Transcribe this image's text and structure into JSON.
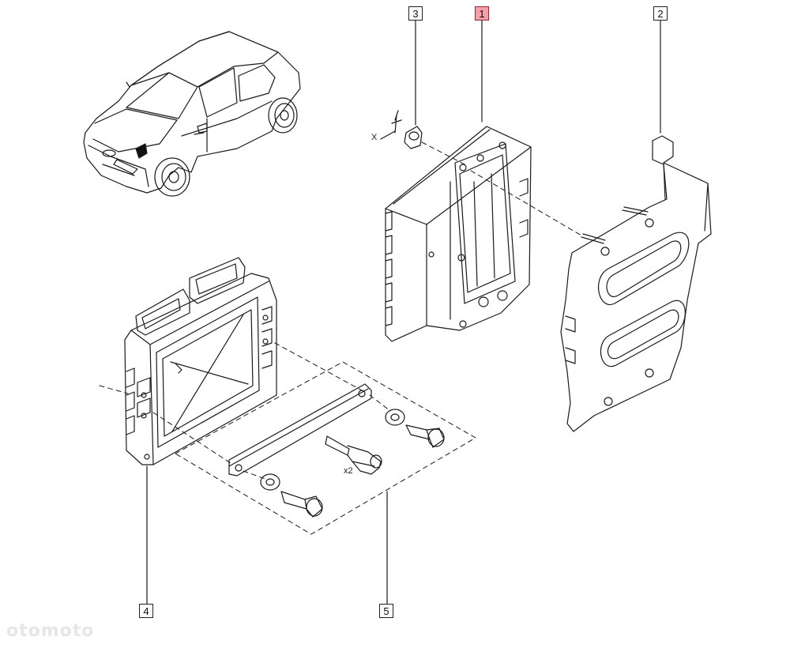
{
  "callouts": {
    "c1": "1",
    "c2": "2",
    "c3": "3",
    "c4": "4",
    "c5": "5"
  },
  "labels": {
    "x_mark": "X",
    "qty": "x2"
  },
  "watermark": "otomoto",
  "colors": {
    "line": "#1a1a1a",
    "highlight": "#f4a0a8",
    "background": "#ffffff"
  }
}
